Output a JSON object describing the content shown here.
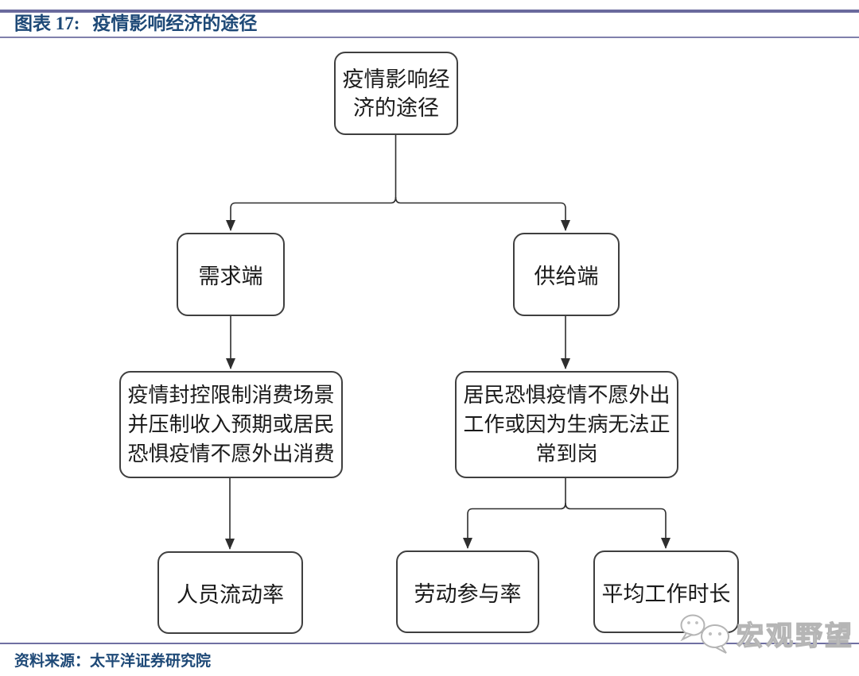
{
  "header": {
    "figure_label": "图表 17:",
    "figure_title": "疫情影响经济的途径"
  },
  "flowchart": {
    "root": "疫情影响经济的途径",
    "demand_side": "需求端",
    "supply_side": "供给端",
    "demand_channel": "疫情封控限制消费场景并压制收入预期或居民恐惧疫情不愿外出消费",
    "supply_channel": "居民恐惧疫情不愿外出工作或因为生病无法正常到岗",
    "demand_indicator": "人员流动率",
    "supply_indicator_1": "劳动参与率",
    "supply_indicator_2": "平均工作时长",
    "edges": [
      {
        "from": "root",
        "to": "demand_side"
      },
      {
        "from": "root",
        "to": "supply_side"
      },
      {
        "from": "demand_side",
        "to": "demand_channel"
      },
      {
        "from": "supply_side",
        "to": "supply_channel"
      },
      {
        "from": "demand_channel",
        "to": "demand_indicator"
      },
      {
        "from": "supply_channel",
        "to": "supply_indicator_1"
      },
      {
        "from": "supply_channel",
        "to": "supply_indicator_2"
      }
    ]
  },
  "footer": {
    "source": "资料来源：太平洋证券研究院"
  },
  "watermark": {
    "text": "宏观野望",
    "icon": "wechat-icon"
  },
  "colors": {
    "title_text": "#1E4977",
    "rule_slate": "#6A6A9D",
    "rule_light": "#8080AC",
    "box_border": "#3F3F3F",
    "connector": "#2E2E2E",
    "watermark_gray": "#B5B5B5"
  }
}
